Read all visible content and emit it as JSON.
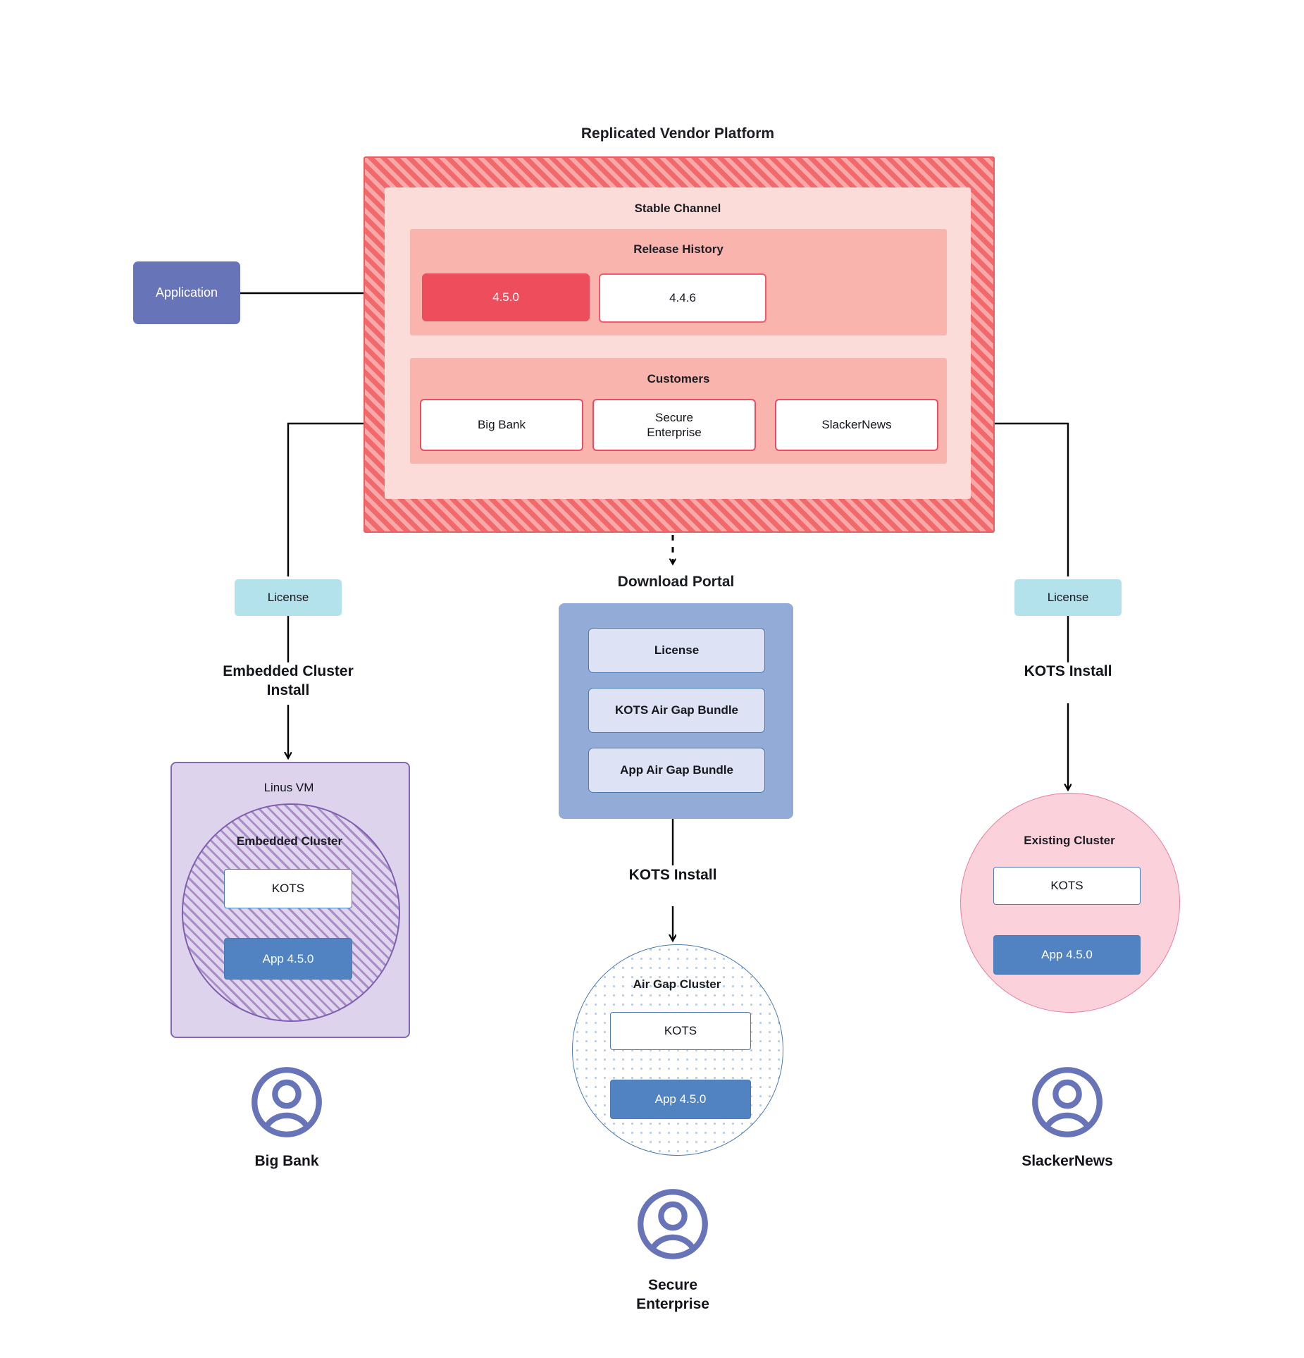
{
  "diagram": {
    "title": "Replicated Vendor Platform",
    "platform": {
      "title": "Replicated Vendor Platform",
      "channel": {
        "label": "Stable Channel"
      },
      "release_history": {
        "label": "Release History",
        "releases": [
          {
            "version": "4.5.0",
            "state": "current"
          },
          {
            "version": "4.4.6",
            "state": "previous"
          }
        ]
      },
      "customers": {
        "label": "Customers",
        "items": [
          {
            "name": "Big Bank"
          },
          {
            "name": "Secure\nEnterprise"
          },
          {
            "name": "SlackerNews"
          }
        ]
      }
    },
    "application": {
      "label": "Application"
    },
    "licenses": {
      "left": "License",
      "right": "License"
    },
    "download_portal": {
      "title": "Download  Portal",
      "items": [
        {
          "label": "License"
        },
        {
          "label": "KOTS Air Gap Bundle"
        },
        {
          "label": "App Air Gap Bundle"
        }
      ]
    },
    "edge_labels": {
      "embedded_install": "Embedded Cluster\nInstall",
      "airgap_kots_install": "KOTS Install",
      "existing_kots_install": "KOTS Install"
    },
    "targets": {
      "linux_vm": {
        "label": "Linus VM",
        "cluster_label": "Embedded Cluster",
        "kots": "KOTS",
        "app": "App 4.5.0"
      },
      "airgap_cluster": {
        "label": "Air Gap Cluster",
        "kots": "KOTS",
        "app": "App 4.5.0"
      },
      "existing_cluster": {
        "label": "Existing Cluster",
        "kots": "KOTS",
        "app": "App 4.5.0"
      }
    },
    "personas": [
      {
        "name": "Big Bank",
        "icon": "person-icon"
      },
      {
        "name": "Secure\nEnterprise",
        "icon": "person-icon"
      },
      {
        "name": "SlackerNews",
        "icon": "person-icon"
      }
    ],
    "colors": {
      "platform_hatch": "#f2696c",
      "channel_bg": "#fbdcd9",
      "band_bg": "#f9b4ad",
      "release_current": "#ee4d5c",
      "application": "#6874b8",
      "license_chip": "#b3e2ec",
      "download_portal": "#92abd7",
      "download_item": "#dde2f4",
      "linux_vm": "#ddd3ec",
      "embedded_border": "#7f5fae",
      "airgap_border": "#4b7ab5",
      "existing_cluster": "#fbd1dc",
      "app_box": "#5183c2",
      "persona": "#6874b8"
    }
  }
}
